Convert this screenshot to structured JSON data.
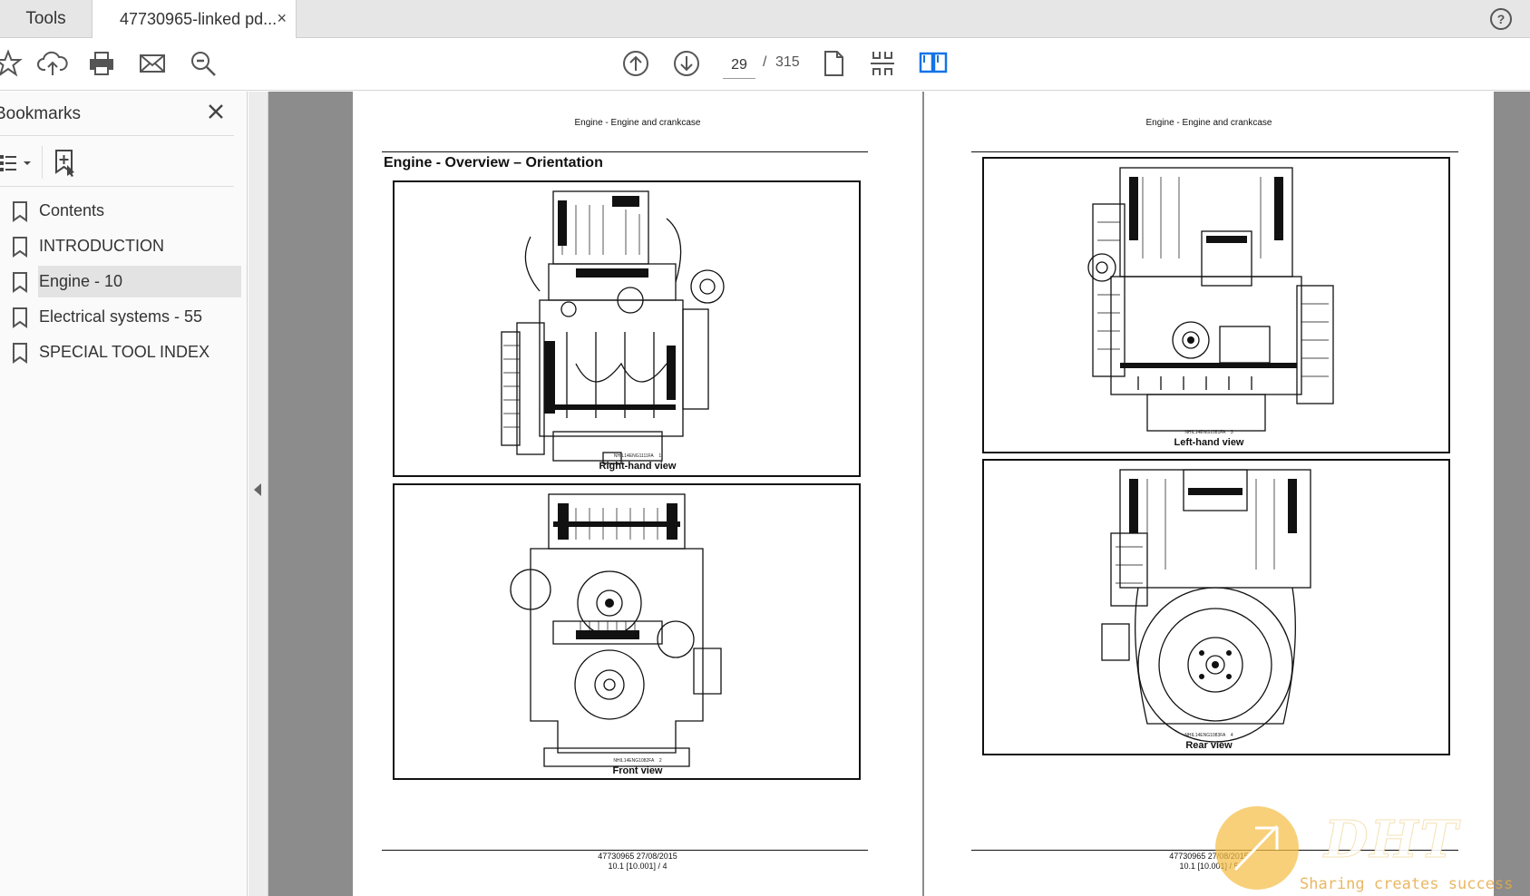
{
  "tabs": {
    "tools_label": "Tools",
    "doc_label": "47730965-linked pd...",
    "close_glyph": "×"
  },
  "toolbar": {
    "icons": [
      "bookmark-star-icon",
      "upload-cloud-icon",
      "print-icon",
      "mail-icon",
      "zoom-icon",
      "prev-page-icon",
      "next-page-icon",
      "single-page-icon",
      "fit-page-icon",
      "two-page-icon"
    ],
    "current_page": "29",
    "page_separator": "/",
    "total_pages": "315"
  },
  "sidebar": {
    "title": "Bookmarks",
    "items": [
      {
        "label": "Contents"
      },
      {
        "label": "INTRODUCTION"
      },
      {
        "label": "Engine - 10",
        "active": true
      },
      {
        "label": "Electrical systems - 55"
      },
      {
        "label": "SPECIAL TOOL INDEX"
      }
    ]
  },
  "document": {
    "left_page": {
      "header": "Engine - Engine and crankcase",
      "title": "Engine - Overview – Orientation",
      "figures": [
        {
          "code": "NHIL14ENG1111FA",
          "num": "1",
          "caption": "Right-hand view"
        },
        {
          "code": "NHIL14ENG1082FA",
          "num": "2",
          "caption": "Front view"
        }
      ],
      "footer_line1": "47730965 27/08/2015",
      "footer_line2": "10.1 [10.001] / 4"
    },
    "right_page": {
      "header": "Engine - Engine and crankcase",
      "figures": [
        {
          "code": "NHIL14ENG1081FA",
          "num": "3",
          "caption": "Left-hand view"
        },
        {
          "code": "NHIL14ENG1083FA",
          "num": "4",
          "caption": "Rear view"
        }
      ],
      "footer_line1": "47730965 27/08/2015",
      "footer_line2": "10.1 [10.001] / 5"
    }
  },
  "watermark": {
    "logo_text": "DHT",
    "slogan": "Sharing creates success"
  },
  "colors": {
    "viewport_bg": "#8c8c8c",
    "accent_blue": "#1473e6",
    "watermark_orange": "#f5be46"
  }
}
